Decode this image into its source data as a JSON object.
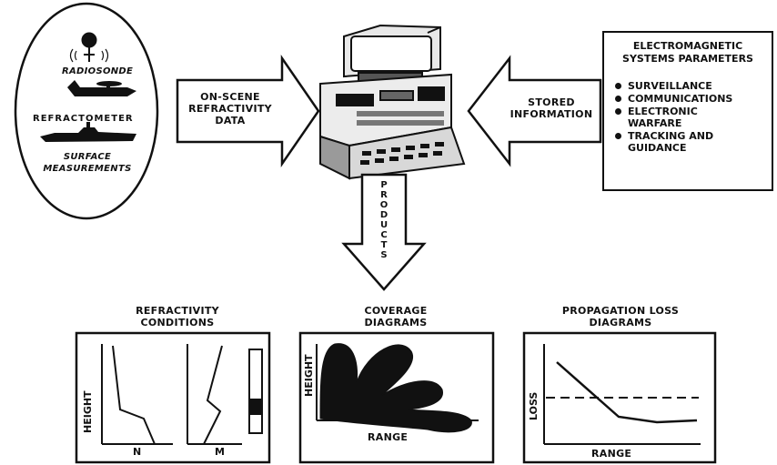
{
  "sources": {
    "radiosonde": "RADIOSONDE",
    "refractometer": "REFRACTOMETER",
    "surface_line1": "SURFACE",
    "surface_line2": "MEASUREMENTS"
  },
  "arrows": {
    "on_scene": [
      "ON-SCENE",
      "REFRACTIVITY",
      "DATA"
    ],
    "stored": [
      "STORED",
      "INFORMATION"
    ],
    "products": [
      "P",
      "R",
      "O",
      "D",
      "U",
      "C",
      "T",
      "S"
    ]
  },
  "parameters": {
    "title_line1": "ELECTROMAGNETIC",
    "title_line2": "SYSTEMS PARAMETERS",
    "items": [
      [
        "SURVEILLANCE"
      ],
      [
        "COMMUNICATIONS"
      ],
      [
        "ELECTRONIC",
        "WARFARE"
      ],
      [
        "TRACKING AND",
        "GUIDANCE"
      ]
    ]
  },
  "products": {
    "refractivity": {
      "title": [
        "REFRACTIVITY",
        "CONDITIONS"
      ],
      "y_label": "HEIGHT",
      "x_label_n": "N",
      "x_label_m": "M"
    },
    "coverage": {
      "title": [
        "COVERAGE",
        "DIAGRAMS"
      ],
      "y_label": "HEIGHT",
      "x_label": "RANGE"
    },
    "propagation": {
      "title": [
        "PROPAGATION LOSS",
        "DIAGRAMS"
      ],
      "y_label": "LOSS",
      "x_label": "RANGE"
    }
  }
}
